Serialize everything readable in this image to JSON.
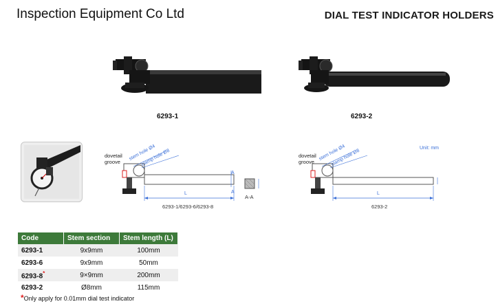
{
  "header": {
    "company": "Inspection Equipment Co Ltd",
    "title": "DIAL TEST INDICATOR HOLDERS"
  },
  "products": [
    {
      "code": "6293-1"
    },
    {
      "code": "6293-2"
    }
  ],
  "diagram_left": {
    "dovetail": "dovetail",
    "groove": "groove",
    "stem_hole": "stem hole Ø4",
    "clamp_hole": "clamp hole Ø8",
    "length_symbol": "L",
    "section_a": "A",
    "section_label": "A-A",
    "caption": "6293-1/6293-6/6293-8"
  },
  "diagram_right": {
    "unit": "Unit: mm",
    "dovetail": "dovetail",
    "groove": "groove",
    "stem_hole": "stem hole Ø4",
    "clamp_hole": "clamp hole Ø8",
    "length_symbol": "L",
    "caption": "6293-2"
  },
  "table": {
    "headers": [
      "Code",
      "Stem section",
      "Stem length (L)"
    ],
    "rows": [
      {
        "code": "6293-1",
        "section": "9x9mm",
        "length": "100mm",
        "star": ""
      },
      {
        "code": "6293-6",
        "section": "9x9mm",
        "length": "50mm",
        "star": ""
      },
      {
        "code": "6293-8",
        "section": "9×9mm",
        "length": "200mm",
        "star": "*"
      },
      {
        "code": "6293-2",
        "section": "Ø8mm",
        "length": "115mm",
        "star": ""
      }
    ]
  },
  "footnote": {
    "star": "*",
    "text": "Only apply for 0.01mm dial test indicator"
  },
  "colors": {
    "table_header": "#3d7a3a",
    "dimension_blue": "#3a6fd8",
    "star_red": "#e02020"
  }
}
